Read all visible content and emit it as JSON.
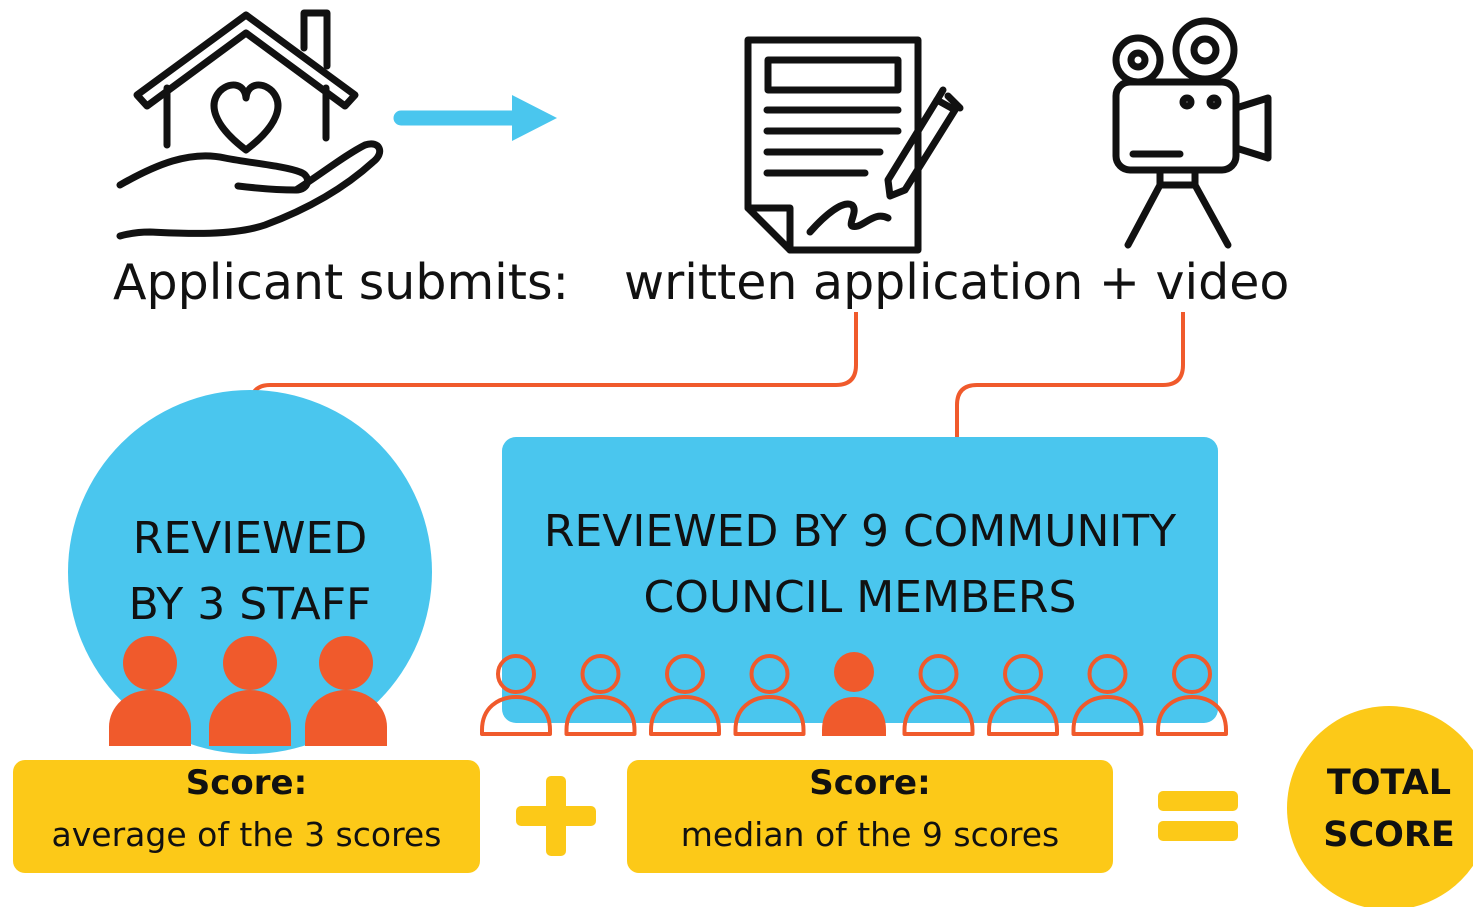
{
  "flow": {
    "applicant_label": "Applicant submits:",
    "submission_label": "written application + video"
  },
  "staff_review": {
    "line1": "REVIEWED",
    "line2": "BY 3 STAFF",
    "reviewer_count": 3
  },
  "council_review": {
    "line1": "REVIEWED BY 9 COMMUNITY",
    "line2": "COUNCIL MEMBERS",
    "reviewer_count": 9,
    "highlighted_index": 5
  },
  "staff_score": {
    "title": "Score:",
    "description": "average of the 3 scores"
  },
  "council_score": {
    "title": "Score:",
    "description": "median of the 9 scores"
  },
  "operators": {
    "plus": "+",
    "equals": "="
  },
  "total": {
    "line1": "TOTAL",
    "line2": "SCORE"
  },
  "icons": {
    "applicant": "house-in-hand-heart-icon",
    "arrow": "right-arrow-icon",
    "document": "signed-document-pen-icon",
    "camera": "movie-camera-icon",
    "person": "person-icon"
  },
  "colors": {
    "blue": "#4ac6ee",
    "orange": "#f05a2c",
    "yellow": "#fcc918",
    "ink": "#111111"
  }
}
